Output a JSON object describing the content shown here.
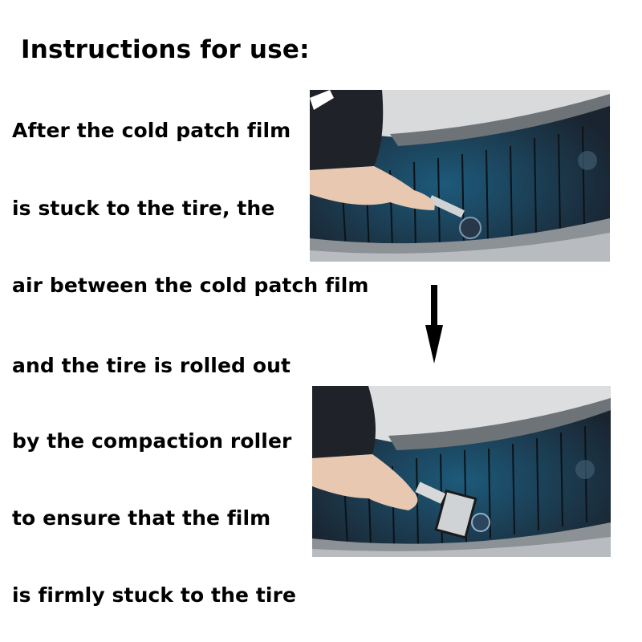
{
  "title": "Instructions for use:",
  "lines": [
    "After the cold patch film",
    "is stuck to the tire, the",
    "air between the cold patch film",
    "and the tire is rolled out",
    "by the compaction roller",
    "to ensure that the film",
    "is firmly stuck to the tire"
  ],
  "images": [
    {
      "description": "hand pressing cold patch film with small roller inside tire"
    },
    {
      "description": "hand rolling compaction roller over cold patch film inside tire"
    }
  ],
  "arrow": {
    "direction": "down",
    "color": "#000000"
  }
}
